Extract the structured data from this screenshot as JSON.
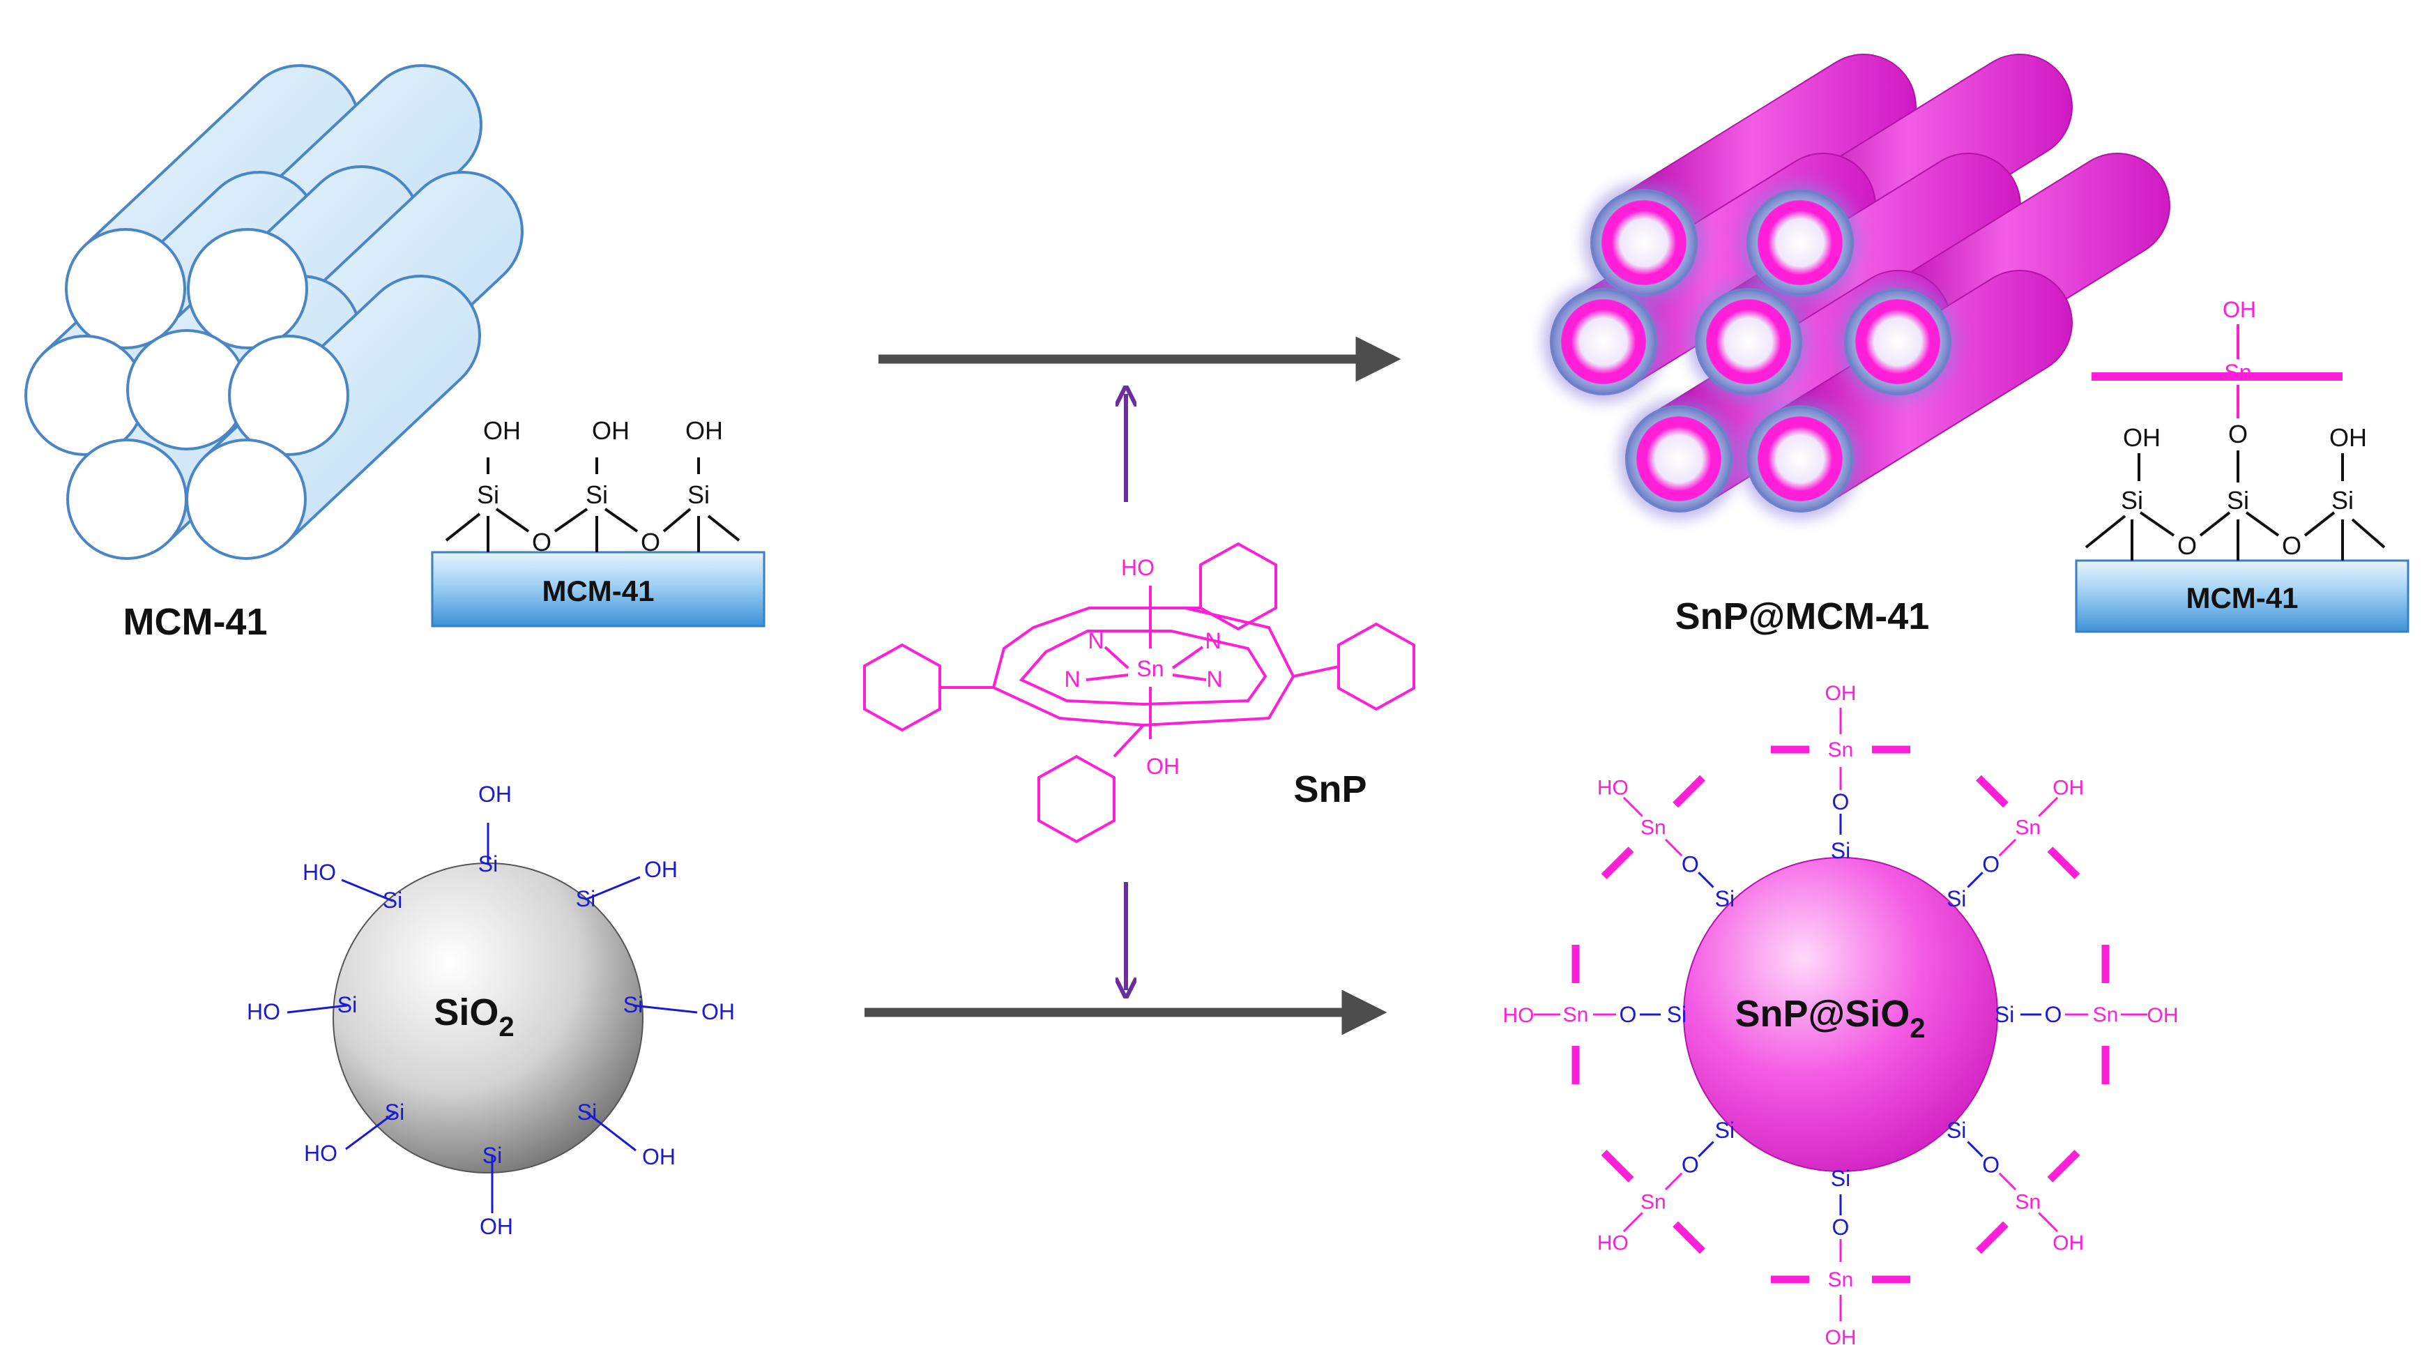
{
  "labels": {
    "mcm41": "MCM-41",
    "mcm41_plate": "MCM-41",
    "snp_mcm41": "SnP@MCM-41",
    "snp_mcm41_plate": "MCM-41",
    "snp": "SnP",
    "sio2_main": "SiO",
    "sio2_sub": "2",
    "snp_sio2_main": "SnP@SiO",
    "snp_sio2_sub": "2"
  },
  "chem": {
    "oh": "OH",
    "ho": "HO",
    "si": "Si",
    "o": "O",
    "sn": "Sn",
    "n": "N"
  },
  "colors": {
    "mcm_blue": "#4a86c6",
    "mcm_fill": "#cfe6f7",
    "plate_blue": "#55a9e6",
    "magenta": "#ff1fd8",
    "snp_tube": "#e222d2",
    "arrow_gray": "#4d4d4d",
    "arrow_purple": "#6a2e9e",
    "silica_blue": "#1a1ad6",
    "sphere_gray": "#9a9a9a"
  }
}
